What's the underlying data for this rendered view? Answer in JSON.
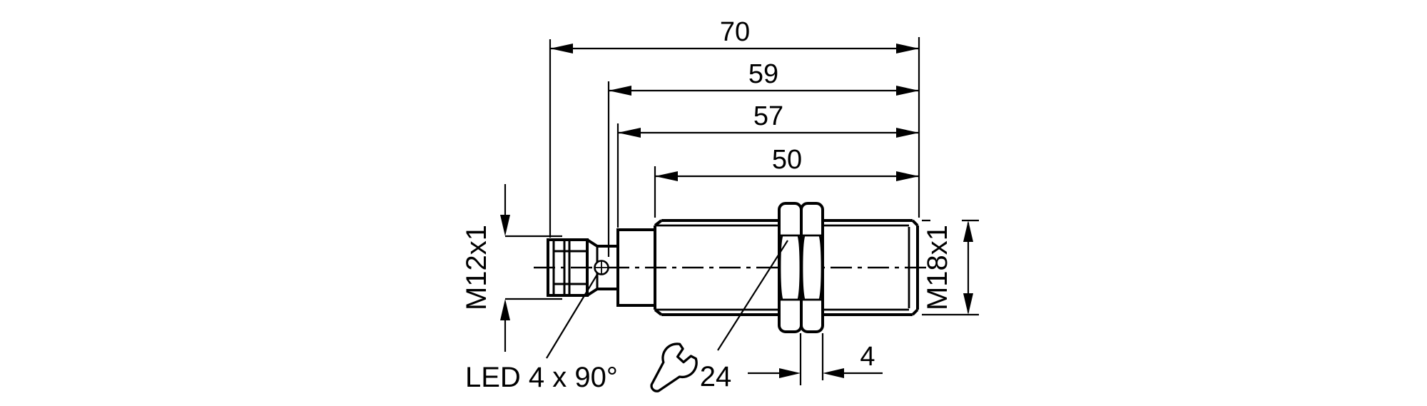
{
  "drawing": {
    "background": "#ffffff",
    "line_color": "#000000",
    "dims": {
      "overall_length": "70",
      "length_to_connector_ring": "59",
      "length_to_housing_step": "57",
      "thread_length": "50",
      "nut_width": "4"
    },
    "labels": {
      "connector_thread": "M12x1",
      "body_thread": "M18x1",
      "led_note": "LED 4 x 90°",
      "wrench_size": "24"
    }
  }
}
